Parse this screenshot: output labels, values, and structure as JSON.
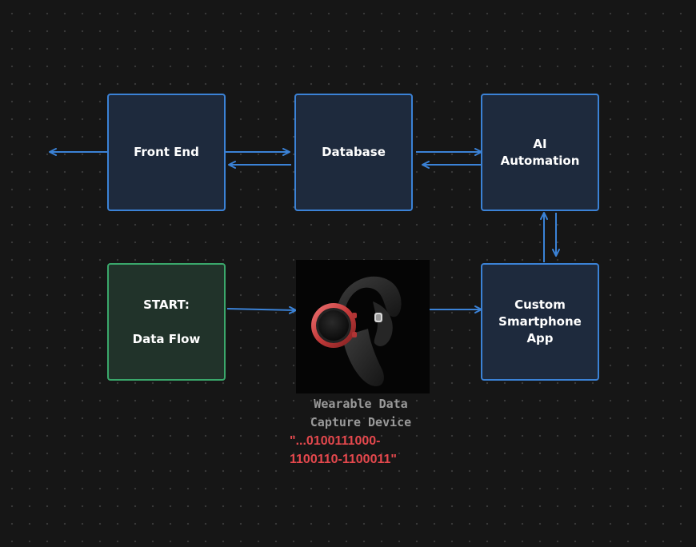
{
  "diagram": {
    "nodes": {
      "front_end": {
        "label": "Front End"
      },
      "database": {
        "label": "Database"
      },
      "ai_automation": {
        "line1": "AI",
        "line2": "Automation"
      },
      "start": {
        "line1": "START:",
        "line2": "Data Flow"
      },
      "smartphone_app": {
        "line1": "Custom",
        "line2": "Smartphone",
        "line3": "App"
      }
    },
    "device": {
      "caption_line1": "Wearable Data",
      "caption_line2": "Capture Device",
      "binary_line1": "\"...0100111000-",
      "binary_line2": "1100110-1100011\""
    },
    "edges": [
      {
        "from": "Front End",
        "to": "outside",
        "direction": "left"
      },
      {
        "from": "Front End",
        "to": "Database"
      },
      {
        "from": "Database",
        "to": "Front End"
      },
      {
        "from": "Database",
        "to": "AI Automation"
      },
      {
        "from": "AI Automation",
        "to": "Database"
      },
      {
        "from": "AI Automation",
        "to": "Custom Smartphone App"
      },
      {
        "from": "Custom Smartphone App",
        "to": "AI Automation"
      },
      {
        "from": "START: Data Flow",
        "to": "Wearable Data Capture Device"
      },
      {
        "from": "Wearable Data Capture Device",
        "to": "Custom Smartphone App"
      }
    ],
    "colors": {
      "background": "#161616",
      "node_border": "#3b82d6",
      "node_fill": "#1e2a3d",
      "start_border": "#3aa86b",
      "start_fill": "#21332a",
      "arrow": "#3b82d6",
      "caption": "#9a9a9a",
      "binary": "#e5484d"
    }
  }
}
